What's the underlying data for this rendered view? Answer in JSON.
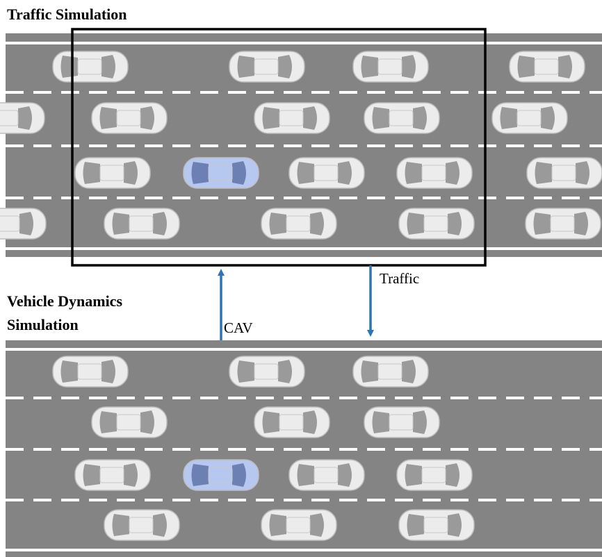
{
  "labels": {
    "traffic_sim_title": "Traffic Simulation",
    "vehicle_dyn_title_line1": "Vehicle Dynamics",
    "vehicle_dyn_title_line2": "Simulation",
    "arrow_up_label": "CAV",
    "arrow_down_label": "Traffic"
  },
  "colors": {
    "road": "#848484",
    "lane_marking": "#ffffff",
    "car_body": "#ececec",
    "car_glass": "#9a9a9a",
    "cav_body": "#b7c8f0",
    "cav_glass": "#6c80b4",
    "arrow": "#2e75b6",
    "frame": "#000000"
  },
  "icons": {
    "vehicle": "car-top-view-icon",
    "cav": "cav-car-top-view-icon"
  }
}
